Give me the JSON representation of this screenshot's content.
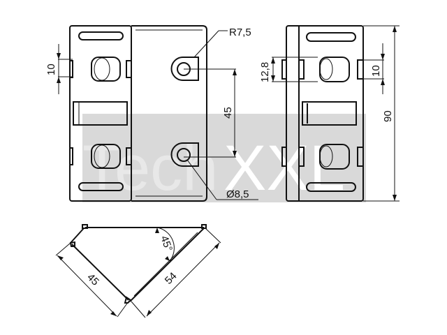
{
  "watermark": {
    "part1": "Tech",
    "part2": "XXL"
  },
  "front_view": {
    "radius_label": "R7,5",
    "diameter_label": "Ø8,5",
    "hole_spacing": "45",
    "slot_height": "10"
  },
  "side_view": {
    "slot_height_outer": "12,8",
    "slot_height_inner": "10",
    "overall_height": "90"
  },
  "top_view": {
    "angle_label": "45°",
    "side_a": "45",
    "side_b": "54"
  },
  "colors": {
    "line": "#111111",
    "watermark_box": "#d9d9d9",
    "watermark_text": "#e6e6e6"
  }
}
